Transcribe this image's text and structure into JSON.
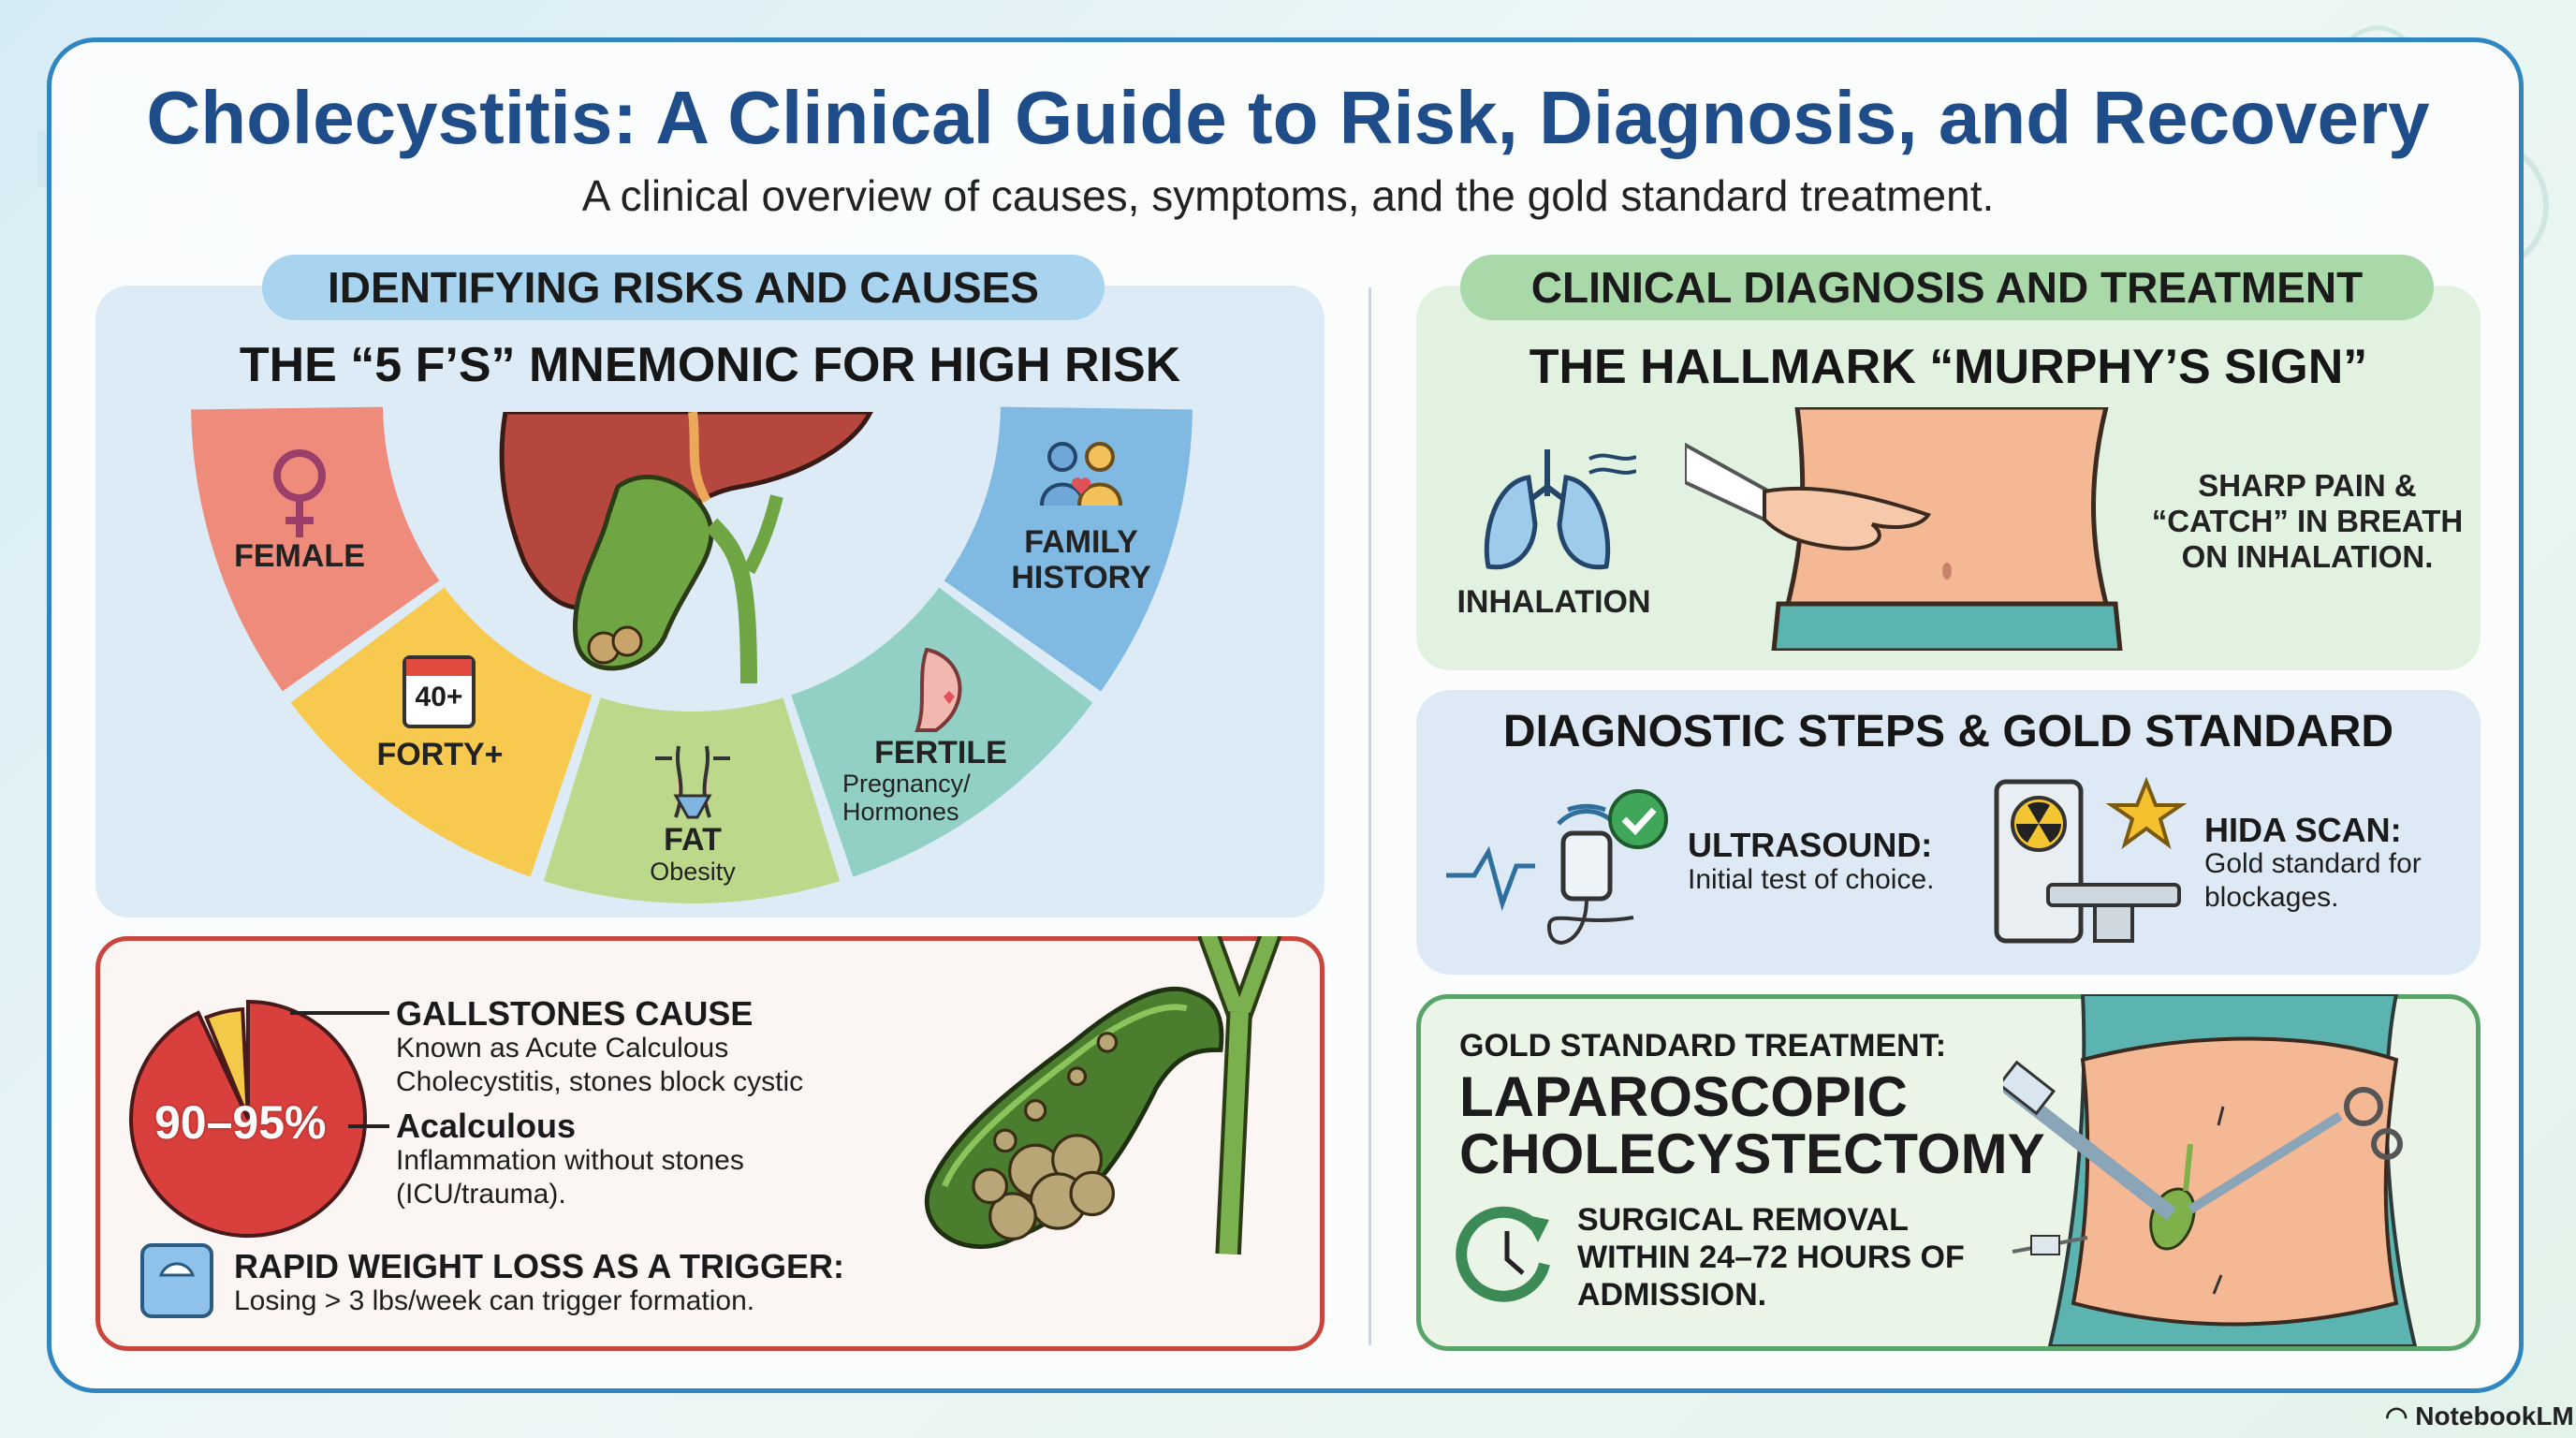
{
  "header": {
    "title": "Cholecystitis: A Clinical Guide to Risk, Diagnosis, and Recovery",
    "subtitle": "A clinical overview of causes, symptoms, and the gold standard treatment."
  },
  "left": {
    "section_label": "IDENTIFYING RISKS AND CAUSES",
    "mnemonic": {
      "heading": "THE “5 F’S” MNEMONIC FOR HIGH RISK",
      "items": [
        {
          "label": "FEMALE",
          "sub": "",
          "icon": "female-symbol-icon",
          "color": "#ee8b7b"
        },
        {
          "label": "FORTY+",
          "sub": "",
          "icon": "calendar-40-icon",
          "calendar_text": "40+",
          "color": "#f7c94f"
        },
        {
          "label": "FAT",
          "sub": "Obesity",
          "icon": "waist-icon",
          "color": "#bcd98b"
        },
        {
          "label": "FERTILE",
          "sub": "Pregnancy/ Hormones",
          "icon": "pregnancy-icon",
          "color": "#92d0c6"
        },
        {
          "label": "FAMILY HISTORY",
          "sub": "",
          "icon": "family-icon",
          "color": "#80b9e1"
        }
      ]
    },
    "causes": {
      "pie_label": "90–95%",
      "pie_fraction": 0.93,
      "gallstones_title": "GALLSTONES CAUSE",
      "gallstones_text": "Known as Acute Calculous Cholecystitis, stones block cystic",
      "acalculous_title": "Acalculous",
      "acalculous_text": "Inflammation without stones (ICU/trauma).",
      "trigger_title": "RAPID WEIGHT LOSS AS A TRIGGER:",
      "trigger_text": "Losing > 3 lbs/week can trigger formation."
    }
  },
  "right": {
    "section_label": "CLINICAL DIAGNOSIS AND TREATMENT",
    "murphy": {
      "heading": "THE HALLMARK “MURPHY’S SIGN”",
      "inhalation_label": "INHALATION",
      "pain_text": "SHARP PAIN & “CATCH” IN BREATH ON INHALATION."
    },
    "diagnostics": {
      "heading": "DIAGNOSTIC STEPS & GOLD STANDARD",
      "ultrasound_title": "ULTRASOUND:",
      "ultrasound_text": "Initial test of choice.",
      "hida_title": "HIDA SCAN:",
      "hida_text": "Gold standard for blockages."
    },
    "treatment": {
      "kicker": "GOLD STANDARD TREATMENT:",
      "title_line1": "LAPAROSCOPIC",
      "title_line2": "CHOLECYSTECTOMY",
      "timing_text": "SURGICAL REMOVAL WITHIN 24–72 HOURS OF ADMISSION."
    }
  },
  "footer": {
    "brand": "NotebookLM"
  },
  "colors": {
    "title": "#1f4d8a",
    "frame": "#2f86c0",
    "risk_pill": "#a9d4ef",
    "dx_pill": "#a9d9a9",
    "causes_border": "#c9463f",
    "treatment_border": "#5aa46a"
  }
}
